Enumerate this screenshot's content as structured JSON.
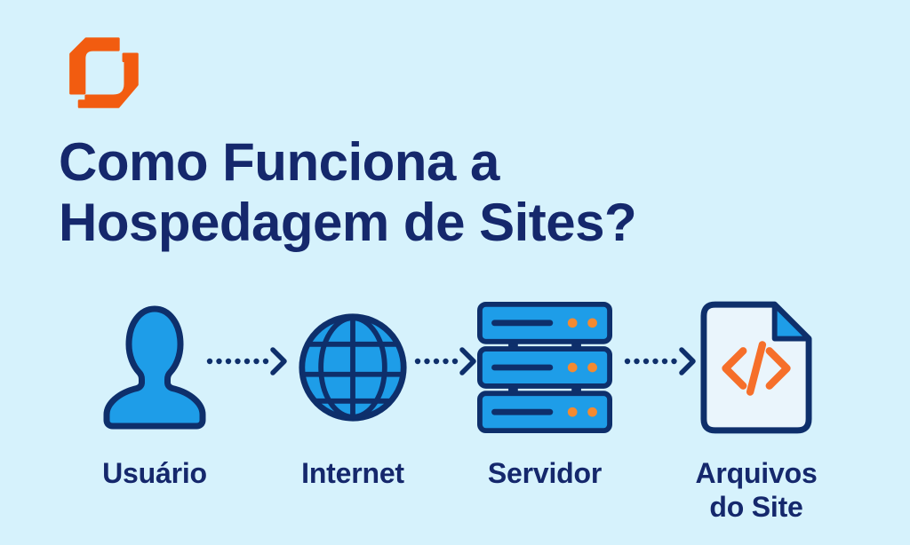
{
  "page": {
    "type": "infographic",
    "language": "pt-BR"
  },
  "logo": {
    "icon": "hostinger-logo-icon"
  },
  "title": {
    "line1": "Como Funciona a",
    "line2": "Hospedagem de Sites?"
  },
  "steps": [
    {
      "icon": "user-icon",
      "label": "Usuário"
    },
    {
      "icon": "globe-icon",
      "label": "Internet"
    },
    {
      "icon": "server-icon",
      "label": "Servidor"
    },
    {
      "icon": "file-code-icon",
      "label": "Arquivos\ndo Site"
    }
  ],
  "flow_arrows": [
    {
      "dots": 7
    },
    {
      "dots": 5
    },
    {
      "dots": 6
    }
  ],
  "colors": {
    "bg": "#D6F2FC",
    "navy": "#0E2F6B",
    "text": "#15286C",
    "blue": "#1E9DE8",
    "orange": "#F25C10",
    "orange-dot": "#F38A31",
    "orange-code": "#F66F2A",
    "file-fill": "#EAF5FC"
  }
}
